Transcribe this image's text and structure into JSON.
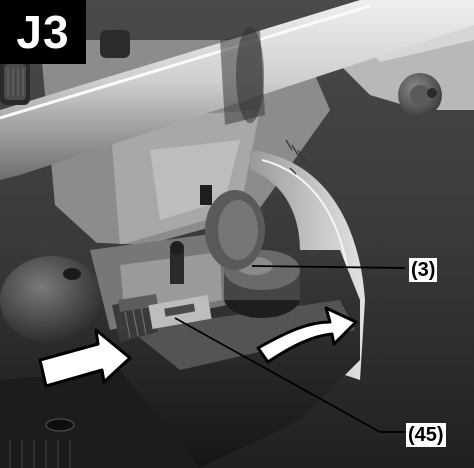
{
  "figure": {
    "step_label": "J3",
    "callouts": [
      {
        "label": "(3)"
      },
      {
        "label": "(45)"
      }
    ],
    "colors": {
      "badge": "#000000",
      "badge_text": "#ffffff",
      "callout_text": "#000000",
      "photo_tones": "#8a8a8a"
    }
  }
}
